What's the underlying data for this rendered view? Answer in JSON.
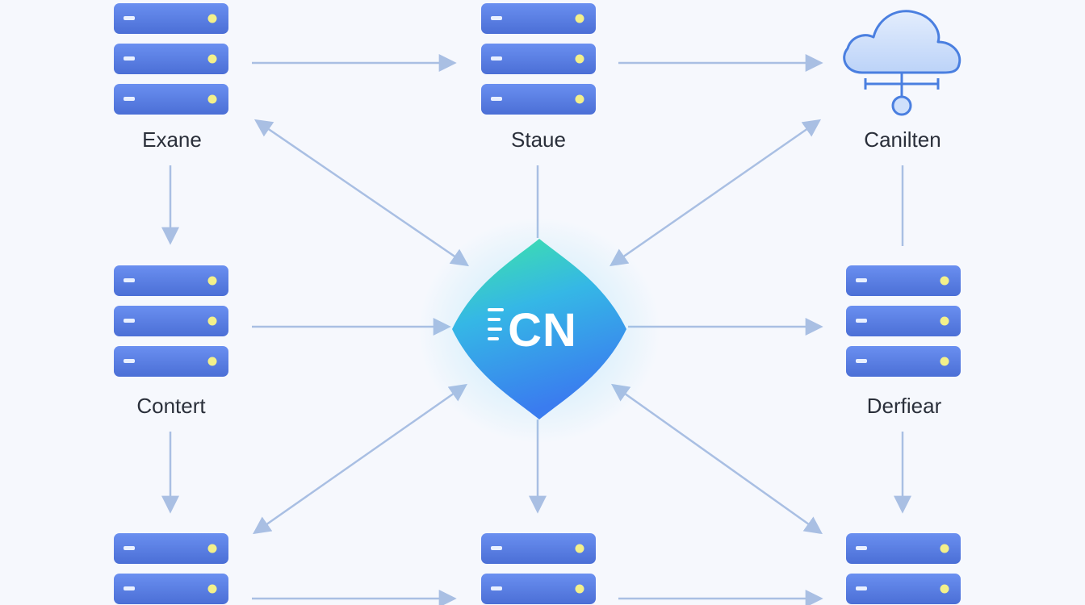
{
  "hub": {
    "text": "CN"
  },
  "nodes": [
    {
      "id": "top-left",
      "kind": "server",
      "label": "Exane"
    },
    {
      "id": "top-center",
      "kind": "server",
      "label": "Staue"
    },
    {
      "id": "top-right",
      "kind": "cloud",
      "label": "Canilten"
    },
    {
      "id": "mid-left",
      "kind": "server",
      "label": "Contert"
    },
    {
      "id": "mid-right",
      "kind": "server",
      "label": "Derfiear"
    },
    {
      "id": "bottom-left",
      "kind": "server",
      "label": ""
    },
    {
      "id": "bottom-center",
      "kind": "server",
      "label": ""
    },
    {
      "id": "bottom-right",
      "kind": "server",
      "label": ""
    }
  ],
  "colors": {
    "background": "#f6f8fd",
    "server_bar": "#5b7fe0",
    "server_led": "#f3f08a",
    "arrow": "#a9bfe3",
    "hub_top": "#3ee0a9",
    "hub_bottom": "#3a86ef",
    "cloud_fill": "#cfe0fb",
    "cloud_stroke": "#4a7fe0"
  }
}
